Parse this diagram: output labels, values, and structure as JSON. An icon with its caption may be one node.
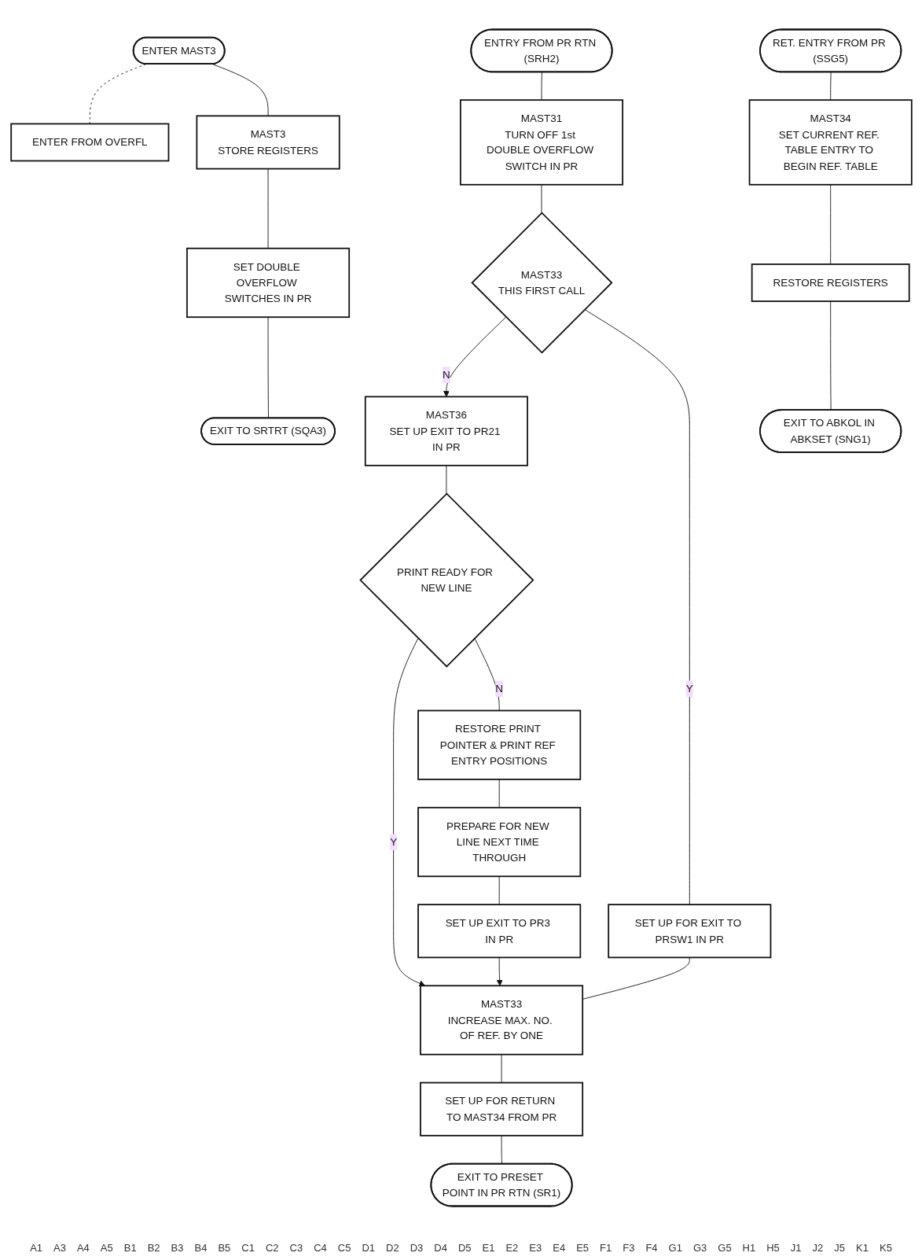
{
  "diagram": {
    "nodes": [
      {
        "text": [
          "ENTER MAST3"
        ]
      },
      {
        "text": [
          "ENTER FROM OVERFL"
        ]
      },
      {
        "text": [
          "MAST3",
          "STORE REGISTERS"
        ]
      },
      {
        "text": [
          "SET DOUBLE OVERFLOW SWITCHES IN PR"
        ]
      },
      {
        "text": [
          "EXIT TO SRTRT (SQA3)"
        ]
      },
      {
        "text": [
          "ENTRY FROM PR RTN (SRH2)"
        ]
      },
      {
        "text": [
          "MAST31",
          "TURN OFF 1st DOUBLE OVERFLOW SWITCH IN PR"
        ]
      },
      {
        "text": [
          "MAST33",
          "THIS FIRST CALL"
        ]
      },
      {
        "text": [
          "SET UP FOR EXIT TO PRSW1 IN PR"
        ]
      },
      {
        "text": [
          "MAST33",
          "INCREASE MAX. NO. OF REF. BY ONE"
        ]
      },
      {
        "text": [
          "SET UP FOR RETURN TO MAST34 FROM PR"
        ]
      },
      {
        "text": [
          "EXIT TO PRESET POINT IN PR RTN (SR1)"
        ]
      },
      {
        "text": [
          "MAST36",
          "SET UP EXIT TO PR21 IN PR"
        ]
      },
      {
        "text": [
          "PRINT READY FOR NEW LINE"
        ]
      },
      {
        "text": [
          "RESTORE PRINT POINTER & PRINT REF ENTRY POSITIONS"
        ]
      },
      {
        "text": [
          "PREPARE FOR NEW LINE NEXT TIME THROUGH"
        ]
      },
      {
        "text": [
          "SET UP EXIT TO PR3 IN PR"
        ]
      },
      {
        "text": [
          "RET. ENTRY FROM PR (SSG5)"
        ]
      },
      {
        "text": [
          "MAST34",
          "SET CURRENT REF. TABLE ENTRY TO BEGIN REF. TABLE"
        ]
      },
      {
        "text": [
          "RESTORE REGISTERS"
        ]
      },
      {
        "text": [
          "EXIT TO ABKOL IN ABKSET (SNG1)"
        ]
      }
    ],
    "edges": [
      {
        "from": 0,
        "to": 1,
        "arrow": "none",
        "style": "dashed"
      },
      {
        "from": 0,
        "to": 2,
        "arrow": "none"
      },
      {
        "from": 2,
        "to": 3,
        "arrow": "none"
      },
      {
        "from": 3,
        "to": 4,
        "arrow": "none"
      },
      {
        "from": 5,
        "to": 6,
        "arrow": "none"
      },
      {
        "from": 6,
        "to": 7,
        "arrow": "none"
      },
      {
        "from": 7,
        "to": 12,
        "arrow": "to",
        "label": "N"
      },
      {
        "from": 7,
        "to": 8,
        "arrow": "none",
        "label": "Y"
      },
      {
        "from": 8,
        "to": 9,
        "arrow": "none"
      },
      {
        "from": 9,
        "to": 10,
        "arrow": "none"
      },
      {
        "from": 10,
        "to": 11,
        "arrow": "none"
      },
      {
        "from": 12,
        "to": 13,
        "arrow": "none"
      },
      {
        "from": 13,
        "to": 9,
        "arrow": "to",
        "label": "Y"
      },
      {
        "from": 13,
        "to": 14,
        "arrow": "none",
        "label": "N"
      },
      {
        "from": 14,
        "to": 15,
        "arrow": "none"
      },
      {
        "from": 15,
        "to": 16,
        "arrow": "none"
      },
      {
        "from": 16,
        "to": 9,
        "arrow": "to"
      },
      {
        "from": 17,
        "to": 18,
        "arrow": "none"
      },
      {
        "from": 18,
        "to": 19,
        "arrow": "none"
      },
      {
        "from": 19,
        "to": 20,
        "arrow": "none"
      }
    ],
    "labels": [
      "A1",
      "A3",
      "A4",
      "A5",
      "B1",
      "B2",
      "B3",
      "B4",
      "B5",
      "C1",
      "C2",
      "C3",
      "C4",
      "C5",
      "D1",
      "D2",
      "D3",
      "D4",
      "D5",
      "E1",
      "E2",
      "E3",
      "E4",
      "E5",
      "F1",
      "F3",
      "F4",
      "G1",
      "G3",
      "G5",
      "H1",
      "H5",
      "J1",
      "J2",
      "J5",
      "K1",
      "K5"
    ]
  }
}
